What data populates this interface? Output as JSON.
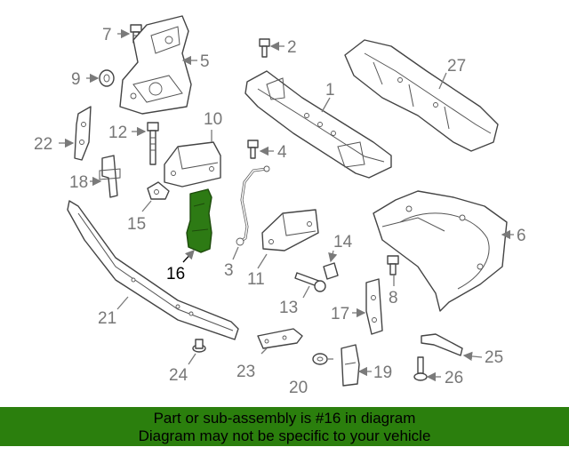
{
  "callouts": {
    "c1": "1",
    "c2": "2",
    "c3": "3",
    "c4": "4",
    "c5": "5",
    "c6": "6",
    "c7": "7",
    "c8": "8",
    "c9": "9",
    "c10": "10",
    "c11": "11",
    "c12": "12",
    "c13": "13",
    "c14": "14",
    "c15": "15",
    "c16": "16",
    "c17": "17",
    "c18": "18",
    "c19": "19",
    "c20": "20",
    "c21": "21",
    "c22": "22",
    "c23": "23",
    "c24": "24",
    "c25": "25",
    "c26": "26",
    "c27": "27"
  },
  "highlighted_part": "16",
  "colors": {
    "highlight": "#2d7a14",
    "footer_background": "#2b7f0d",
    "callout_text": "#777777"
  },
  "footer": {
    "line1": "Part or sub-assembly is #16 in diagram",
    "line2": "Diagram may not be specific to your vehicle"
  }
}
